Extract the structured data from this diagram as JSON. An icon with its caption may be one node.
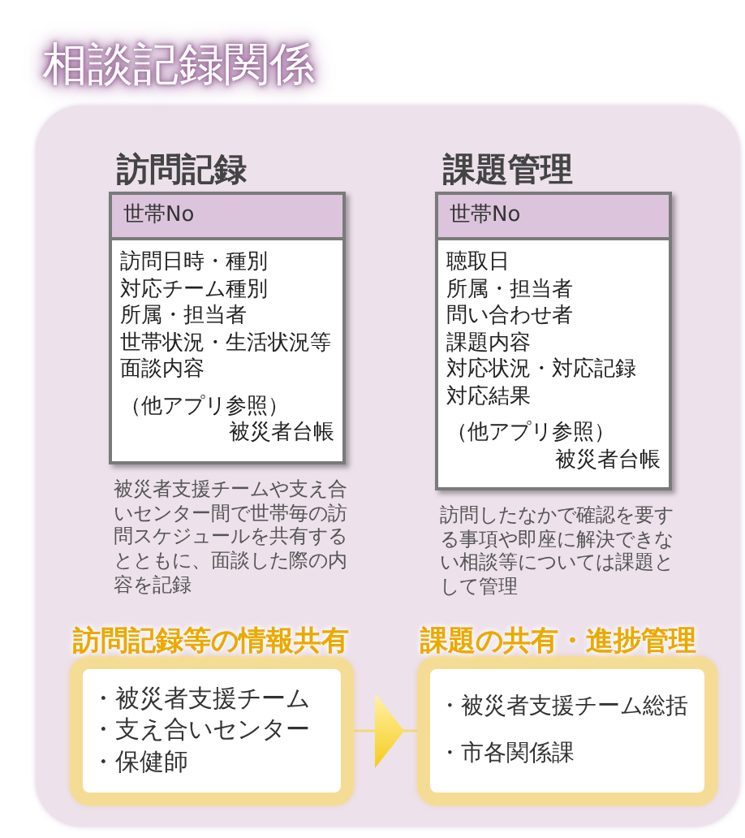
{
  "diagram": {
    "title": "相談記録関係",
    "nodes": [
      {
        "text": [
          "訪問記録",
          "世帯No",
          "訪問日時・種別",
          "対応チーム種別",
          "所属・担当者",
          "世帯状況・生活状況等",
          "面談内容",
          "（他アプリ参照）",
          "被災者台帳"
        ],
        "beside": [
          "被災者支援チームや支え合いセンター間で世帯毎の訪問スケジュールを共有するとともに、面談した際の内容を記録"
        ]
      },
      {
        "text": [
          "課題管理",
          "世帯No",
          "聴取日",
          "所属・担当者",
          "問い合わせ者",
          "課題内容",
          "対応状況・対応記録",
          "対応結果",
          "（他アプリ参照）",
          "被災者台帳"
        ],
        "beside": [
          "訪問したなかで確認を要する事項や即座に解決できない相談等については課題として管理"
        ]
      },
      {
        "text": [
          "訪問記録等の情報共有",
          "・被災者支援チーム",
          "・支え合いセンター",
          "・保健師"
        ]
      },
      {
        "text": [
          "課題の共有・進捗管理",
          "・被災者支援チーム総括",
          "・市各関係課"
        ]
      }
    ],
    "edges": [
      {
        "from": 2,
        "to": 3,
        "arrow": "to"
      }
    ]
  }
}
